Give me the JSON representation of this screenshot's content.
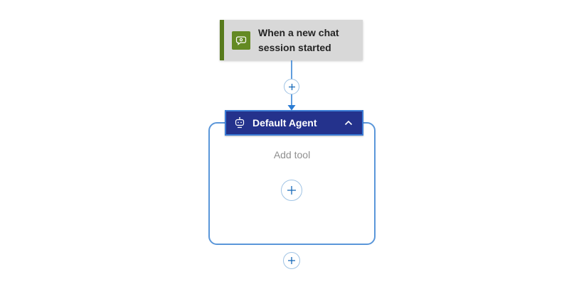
{
  "app": {
    "background_color": "#ffffff",
    "connector_color": "#2b7cd3"
  },
  "trigger_card": {
    "title": "When a new chat session started",
    "icon": "chat-bubble-icon",
    "accent_color": "#577a1c",
    "icon_bg_color": "#648a23",
    "card_bg_color": "#d8d8d8"
  },
  "agent_card": {
    "header_title": "Default Agent",
    "header_bg_color": "#24328c",
    "selection_border_color": "#3a7bd5",
    "container_border_color": "#5a96d9",
    "icon": "bot-icon",
    "collapse_icon": "chevron-up-icon",
    "body": {
      "add_tool_label": "Add tool",
      "add_tool_icon": "plus-icon"
    }
  },
  "buttons": {
    "insert_step_top": "plus-icon",
    "insert_step_bottom": "plus-icon"
  }
}
